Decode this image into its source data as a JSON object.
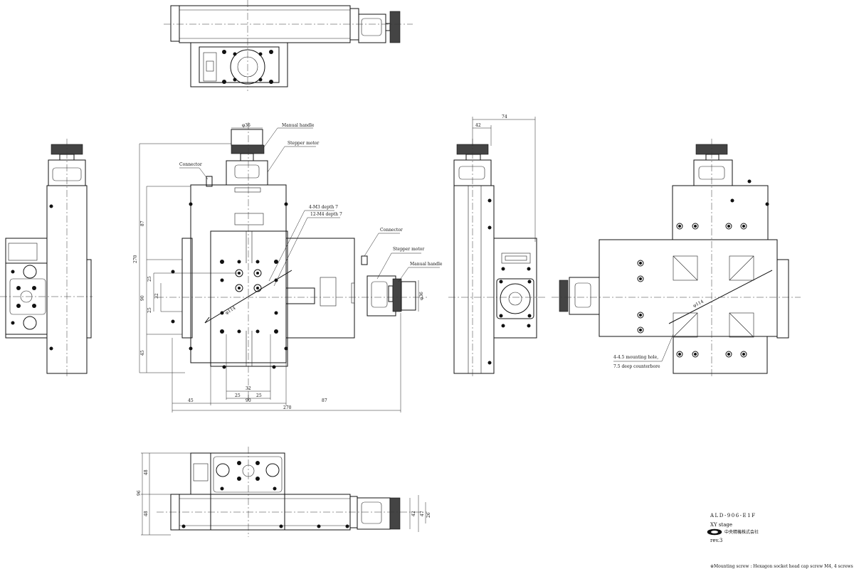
{
  "callouts": {
    "manual_handle_top": "Manual handle",
    "stepper_motor_top": "Stepper motor",
    "connector_left": "Connector",
    "holes_m3": "4-M3 depth 7",
    "holes_m4": "12-M4 depth 7",
    "connector_right": "Connector",
    "stepper_motor_right": "Stepper motor",
    "manual_handle_right": "Manual handle",
    "mounting_hole_1": "4-4.5 mounting hole,",
    "mounting_hole_2": "7.5 deep counterbore"
  },
  "dimensions": {
    "top_handle_dia": "φ36",
    "side_handle_dia": "φ36",
    "bolt_circle_front": "φ114",
    "bolt_circle_bottom": "φ114",
    "h_87": "87",
    "h_270": "270",
    "h_25a": "25",
    "h_32": "32",
    "h_25b": "25",
    "h_90": "90",
    "h_45": "45",
    "w_32": "32",
    "w_25a": "25",
    "w_25b": "25",
    "w_90": "90",
    "w_45": "45",
    "w_87": "87",
    "w_270": "270",
    "side_74": "74",
    "side_42": "42",
    "low_48a": "48",
    "low_96": "96",
    "low_48b": "48",
    "low_42": "42",
    "low_47": "47",
    "low_26": "26"
  },
  "title_block": {
    "model": "ALD-906-E1F",
    "name": "XY stage",
    "company": "中央精機株式会社",
    "revision": "rev.3"
  },
  "footnote": "※Mounting screw : Hexagon socket head cap screw M4, 4 screws"
}
